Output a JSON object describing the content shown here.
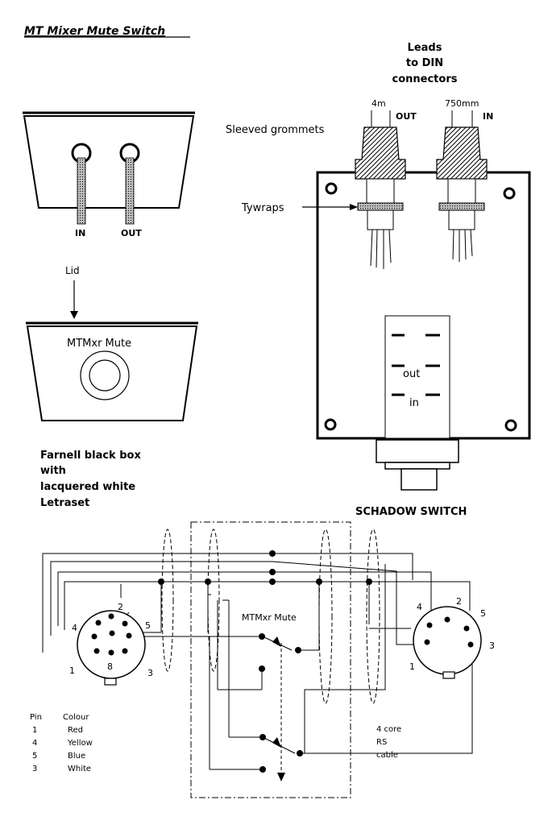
{
  "title": "MT Mixer Mute Switch",
  "leads_heading": [
    "Leads",
    "to DIN",
    "connectors"
  ],
  "lead_lengths": {
    "out_len": "4m",
    "in_len": "750mm"
  },
  "lead_tags": {
    "out": "OUT",
    "in": "IN"
  },
  "grommet_label": "Sleeved grommets",
  "tywrap_label": "Tywraps",
  "box_front_labels": {
    "in": "IN",
    "out": "OUT"
  },
  "lid_label": "Lid",
  "lid_text": "MTMxr Mute",
  "switch_positions": {
    "out": "out",
    "in": "in"
  },
  "box_caption": [
    "Farnell black box",
    "with",
    "lacquered white",
    "Letraset"
  ],
  "switch_caption": "SCHADOW SWITCH",
  "wiring": {
    "switch_label": "MTMxr Mute",
    "left_din_pins": {
      "p1": "1",
      "p2": "2",
      "p3": "3",
      "p4": "4",
      "p5": "5",
      "p8": "8"
    },
    "right_din_pins": {
      "p1": "1",
      "p2": "2",
      "p3": "3",
      "p4": "4",
      "p5": "5"
    },
    "pin_table": {
      "headers": [
        "Pin",
        "Colour"
      ],
      "rows": [
        [
          "1",
          "Red"
        ],
        [
          "4",
          "Yellow"
        ],
        [
          "5",
          "Blue"
        ],
        [
          "3",
          "White"
        ]
      ]
    },
    "cable_note": [
      "4 core",
      "RS",
      "cable"
    ]
  }
}
